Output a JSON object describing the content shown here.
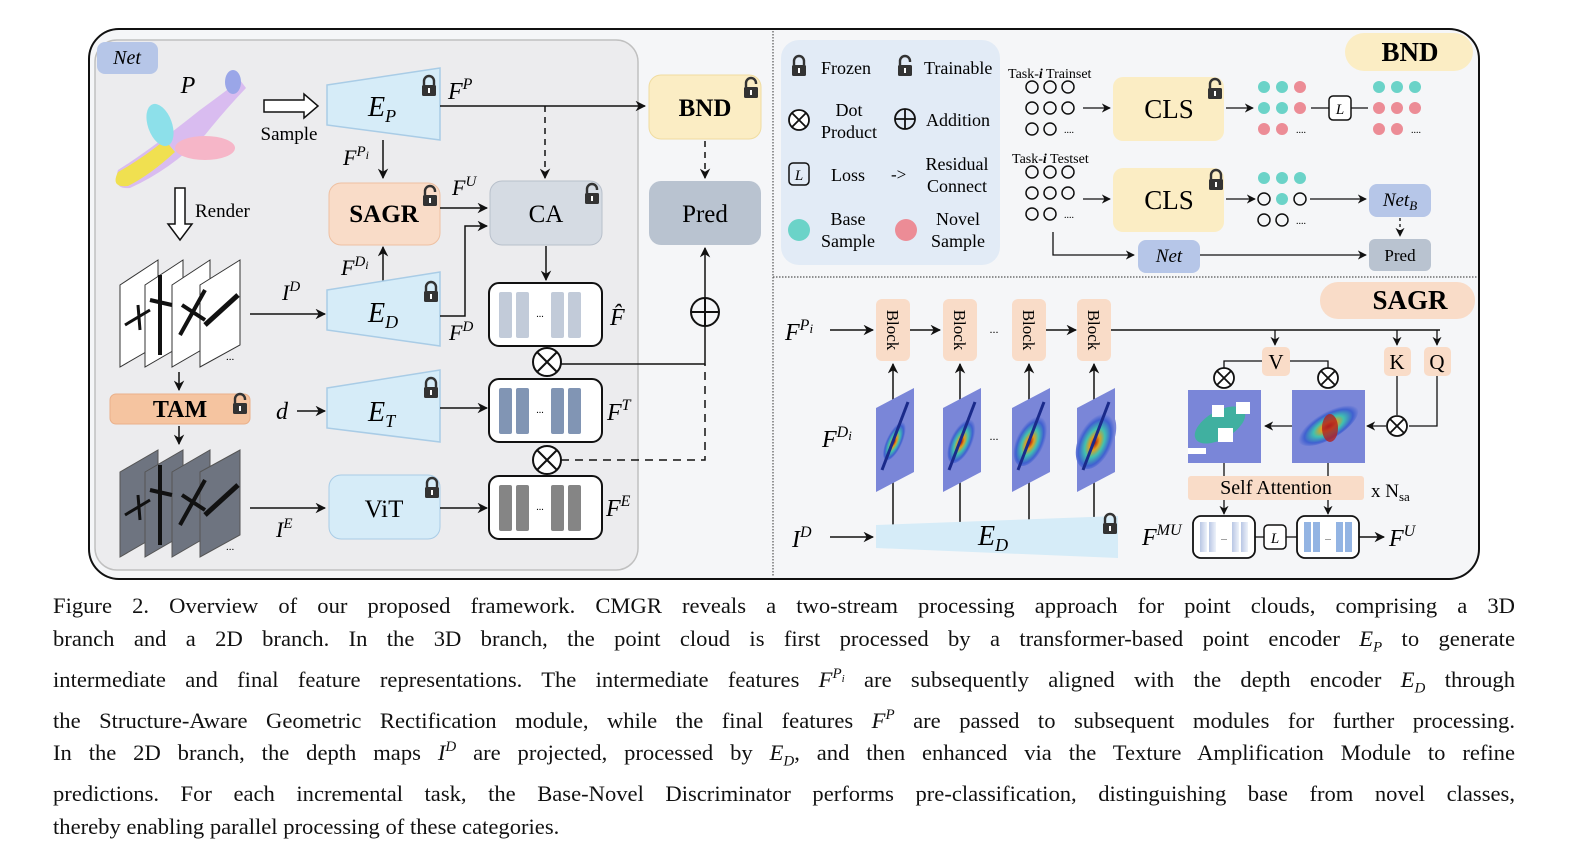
{
  "figure": {
    "net_tag": "Net",
    "point_cloud_label": "P",
    "sample_label": "Sample",
    "render_label": "Render",
    "encoders": {
      "ep": {
        "main": "E",
        "sub": "P"
      },
      "ed": {
        "main": "E",
        "sub": "D"
      },
      "et": {
        "main": "E",
        "sub": "T"
      },
      "vit": "ViT"
    },
    "modules": {
      "sagr": "SAGR",
      "ca": "CA",
      "bnd": "BND",
      "pred": "Pred",
      "tam": "TAM"
    },
    "features": {
      "fp": {
        "main": "F",
        "sup": "P"
      },
      "fpi": {
        "main": "F",
        "sup": "P",
        "supsub": "i"
      },
      "fu": {
        "main": "F",
        "sup": "U"
      },
      "fdi": {
        "main": "F",
        "sup": "D",
        "supsub": "i"
      },
      "fd": {
        "main": "F",
        "sup": "D"
      },
      "fhat": "F̂",
      "ft": {
        "main": "F",
        "sup": "T"
      },
      "fe": {
        "main": "F",
        "sup": "E"
      },
      "id": {
        "main": "I",
        "sup": "D"
      },
      "ie": {
        "main": "I",
        "sup": "E"
      },
      "d": "d",
      "ellipsis": "..."
    },
    "legend": {
      "frozen": "Frozen",
      "trainable": "Trainable",
      "dot_product": [
        "Dot",
        "Product"
      ],
      "addition": "Addition",
      "loss_glyph": "L",
      "loss": "Loss",
      "residual_glyph": "->",
      "residual": [
        "Residual",
        "Connect"
      ],
      "base": [
        "Base",
        "Sample"
      ],
      "novel": [
        "Novel",
        "Sample"
      ]
    },
    "bnd_panel": {
      "title": "BND",
      "trainset": {
        "prefix": "Task-",
        "i": "i",
        "suffix": " Trainset"
      },
      "testset": {
        "prefix": "Task-",
        "i": "i",
        "suffix": " Testset"
      },
      "cls": "CLS",
      "dots": "....",
      "loss": "L",
      "net_b": {
        "main": "Net",
        "sub": "B"
      },
      "net": "Net",
      "pred": "Pred"
    },
    "sagr_panel": {
      "title": "SAGR",
      "fpi": {
        "main": "F",
        "sup": "P",
        "supsub": "i"
      },
      "fdi": {
        "main": "F",
        "sup": "D",
        "supsub": "i"
      },
      "id": {
        "main": "I",
        "sup": "D"
      },
      "block": "Block",
      "ed": {
        "main": "E",
        "sub": "D"
      },
      "v": "V",
      "k": "K",
      "q": "Q",
      "self_attention": "Self Attention",
      "repeat": {
        "prefix": "x N",
        "sub": "sa"
      },
      "fmu": {
        "main": "F",
        "sup": "MU"
      },
      "fu": {
        "main": "F",
        "sup": "U"
      },
      "loss": "L",
      "ellipsis": "..."
    },
    "colors": {
      "encoder_fill": "#d6ecf8",
      "encoder_stroke": "#a9cce6",
      "sagr_fill": "#f9dcc8",
      "tam_fill": "#f5c4a0",
      "bnd_fill": "#fbedc4",
      "ca_fill": "#d5dbe3",
      "pred_fill": "#b9c3d0",
      "net_tag_fill": "#b6c6e8",
      "legend_fill": "#e2ebf6",
      "base_dot": "#6bd3c8",
      "novel_dot": "#ec8c96",
      "bar_light": "#c2cbd9",
      "bar_mid": "#8195b4",
      "bar_dark": "#858585",
      "bar_blue": "#93b4e3"
    }
  },
  "caption": {
    "lines": [
      "Figure 2. Overview of our proposed framework.  CMGR reveals a two-stream processing approach for point clouds, comprising a 3D",
      "branch and a 2D branch.  In the 3D branch, the point cloud is first processed by a transformer-based point encoder {EP} to generate",
      "intermediate and final feature representations. The intermediate features {FPi} are subsequently aligned with the depth encoder {ED} through",
      "the Structure-Aware Geometric Rectification module, while the final features {FP} are passed to subsequent modules for further processing.",
      "In the 2D branch, the depth maps {ID} are projected, processed by {ED}, and then enhanced via the Texture Amplification Module to refine",
      "predictions. For each incremental task, the Base-Novel Discriminator performs pre-classification, distinguishing base from novel classes,",
      "thereby enabling parallel processing of these categories."
    ],
    "math": {
      "EP": {
        "main": "E",
        "sub": "P"
      },
      "ED": {
        "main": "E",
        "sub": "D"
      },
      "FPi": {
        "main": "F",
        "sup": "P",
        "supsub": "i"
      },
      "FP": {
        "main": "F",
        "sup": "P"
      },
      "ID": {
        "main": "I",
        "sup": "D"
      }
    }
  }
}
